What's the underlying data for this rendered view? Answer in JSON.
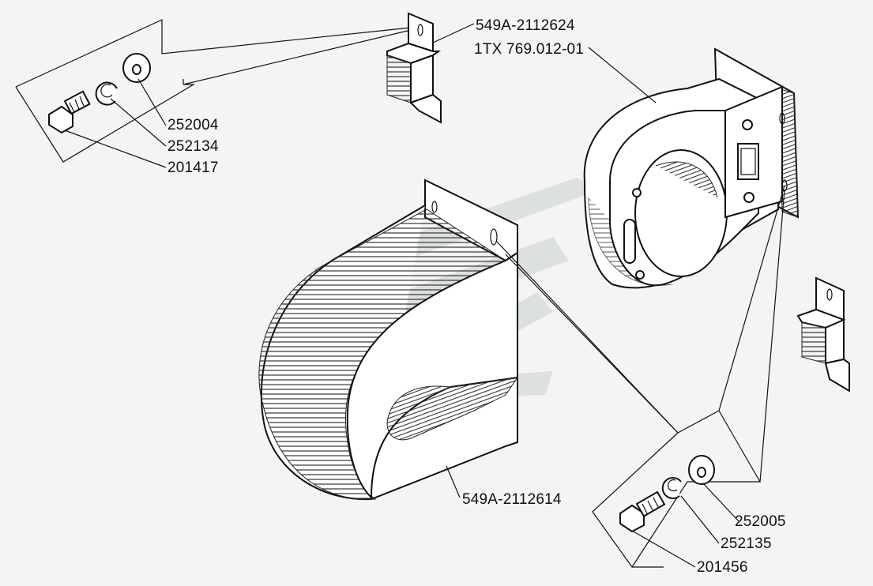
{
  "labels": {
    "bracket_top": "549A-2112624",
    "housing": "1TX 769.012-01",
    "washer_left": "252004",
    "lockwasher_left": "252134",
    "bolt_left": "201417",
    "shroud": "549A-2112614",
    "washer_right": "252005",
    "lockwasher_right": "252135",
    "bolt_right": "201456"
  },
  "colors": {
    "line": "#111111",
    "background": "#f4f4f4",
    "watermark": "#c9d0cf"
  },
  "icons": {
    "watermark": "logo-watermark-icon"
  }
}
